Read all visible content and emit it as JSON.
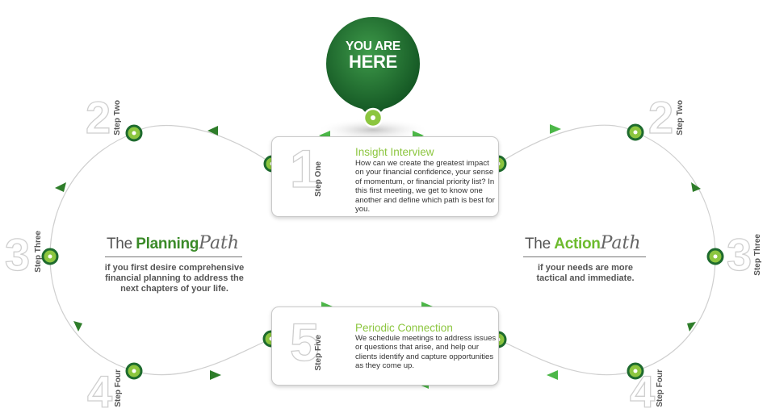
{
  "badge": {
    "line1": "YOU ARE",
    "line2": "HERE"
  },
  "step_one": {
    "number": "1",
    "label": "Step One",
    "title": "Insight Interview",
    "description": "How can we create the greatest impact on your financial confidence, your sense of momentum, or financial priority list? In this first meeting, we get to know one another and define which path is best for you."
  },
  "step_five": {
    "number": "5",
    "label": "Step Five",
    "title": "Periodic Connection",
    "description": "We schedule meetings to address issues or questions that arise, and help our clients identify and capture opportunities as they come up."
  },
  "planning_path": {
    "the": "The",
    "name": "Planning",
    "path": "Path",
    "description": "if you first desire comprehensive financial planning to address the next chapters of your life.",
    "steps": [
      {
        "number": "2",
        "label": "Step Two"
      },
      {
        "number": "3",
        "label": "Step Three"
      },
      {
        "number": "4",
        "label": "Step Four"
      }
    ]
  },
  "action_path": {
    "the": "The",
    "name": "Action",
    "path": "Path",
    "description": "if your needs are more tactical and immediate.",
    "steps": [
      {
        "number": "2",
        "label": "Step Two"
      },
      {
        "number": "3",
        "label": "Step Three"
      },
      {
        "number": "4",
        "label": "Step Four"
      }
    ]
  },
  "colors": {
    "dark_green": "#1e6b2e",
    "accent_green": "#8cc63f",
    "arrow_green": "#2e7d2a",
    "light_arrow_green": "#4cb748",
    "line_gray": "#cfcfcf"
  }
}
